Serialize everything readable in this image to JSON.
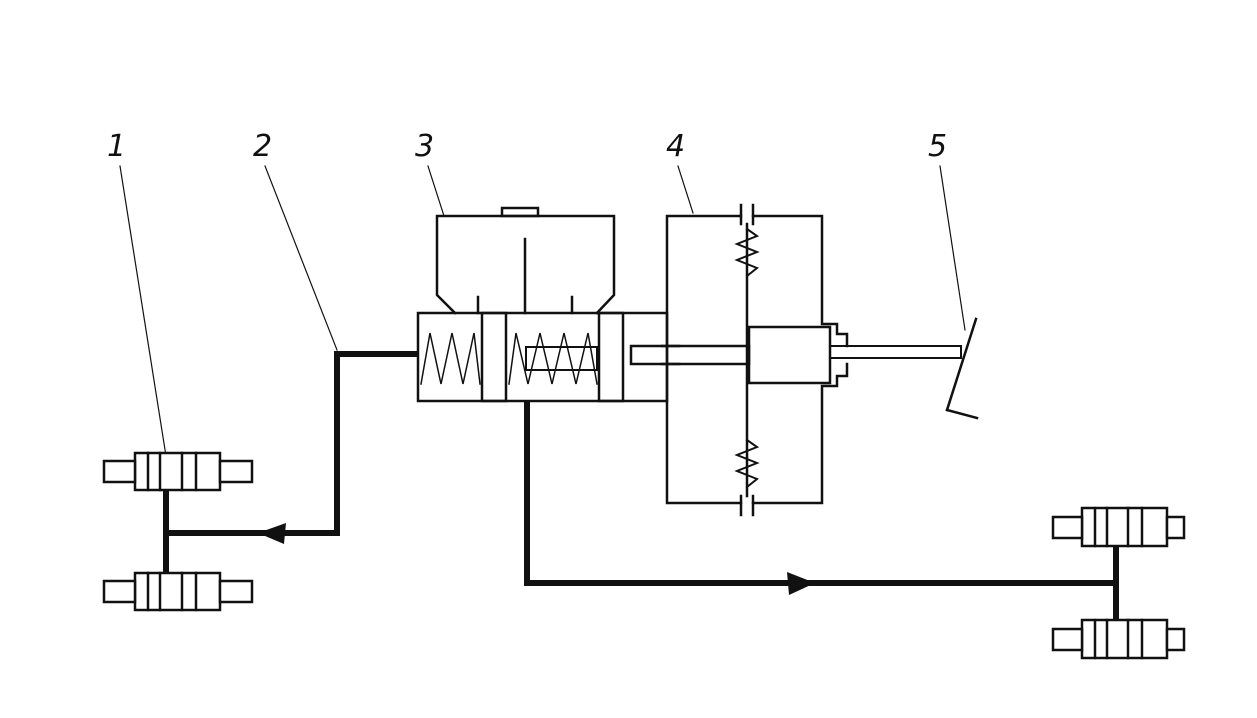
{
  "callouts": [
    {
      "id": "1",
      "label": "1"
    },
    {
      "id": "2",
      "label": "2"
    },
    {
      "id": "3",
      "label": "3"
    },
    {
      "id": "4",
      "label": "4"
    },
    {
      "id": "5",
      "label": "5"
    }
  ],
  "colors": {
    "line": "#111111",
    "pipe": "#111111",
    "background": "#ffffff"
  },
  "flow_direction_icons": [
    "arrow-left-icon",
    "arrow-right-icon"
  ]
}
